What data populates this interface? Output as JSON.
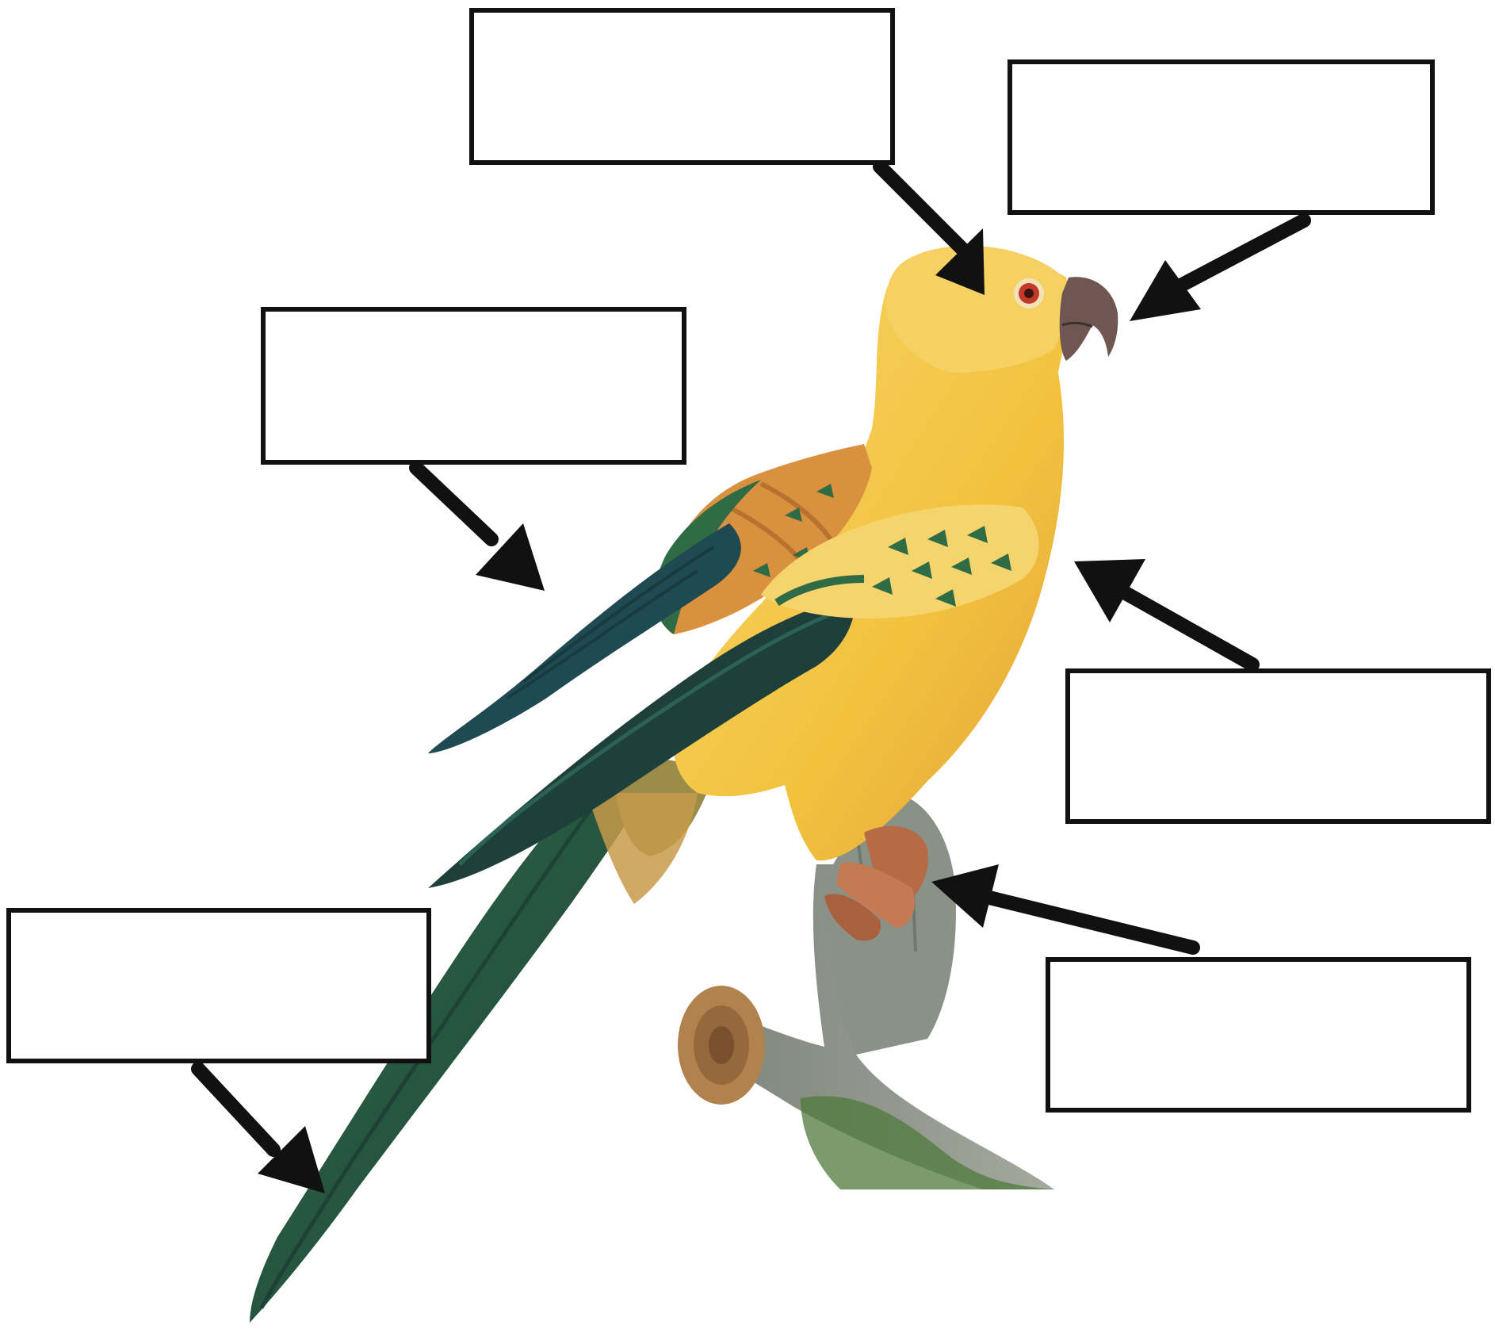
{
  "diagram": {
    "subject": "parrot",
    "labels": [
      {
        "id": "eye",
        "text": ""
      },
      {
        "id": "beak",
        "text": ""
      },
      {
        "id": "wing",
        "text": ""
      },
      {
        "id": "chest",
        "text": ""
      },
      {
        "id": "tail",
        "text": ""
      },
      {
        "id": "feet",
        "text": ""
      }
    ]
  },
  "colors": {
    "yellow": "#F2C23E",
    "yellow_light": "#F7D66A",
    "orange": "#D9903F",
    "green": "#2F6B45",
    "dark_green": "#1E3F3A",
    "blue_green": "#1F4A52",
    "beak": "#6F5651",
    "branch": "#8E958A",
    "outline": "#111111"
  }
}
